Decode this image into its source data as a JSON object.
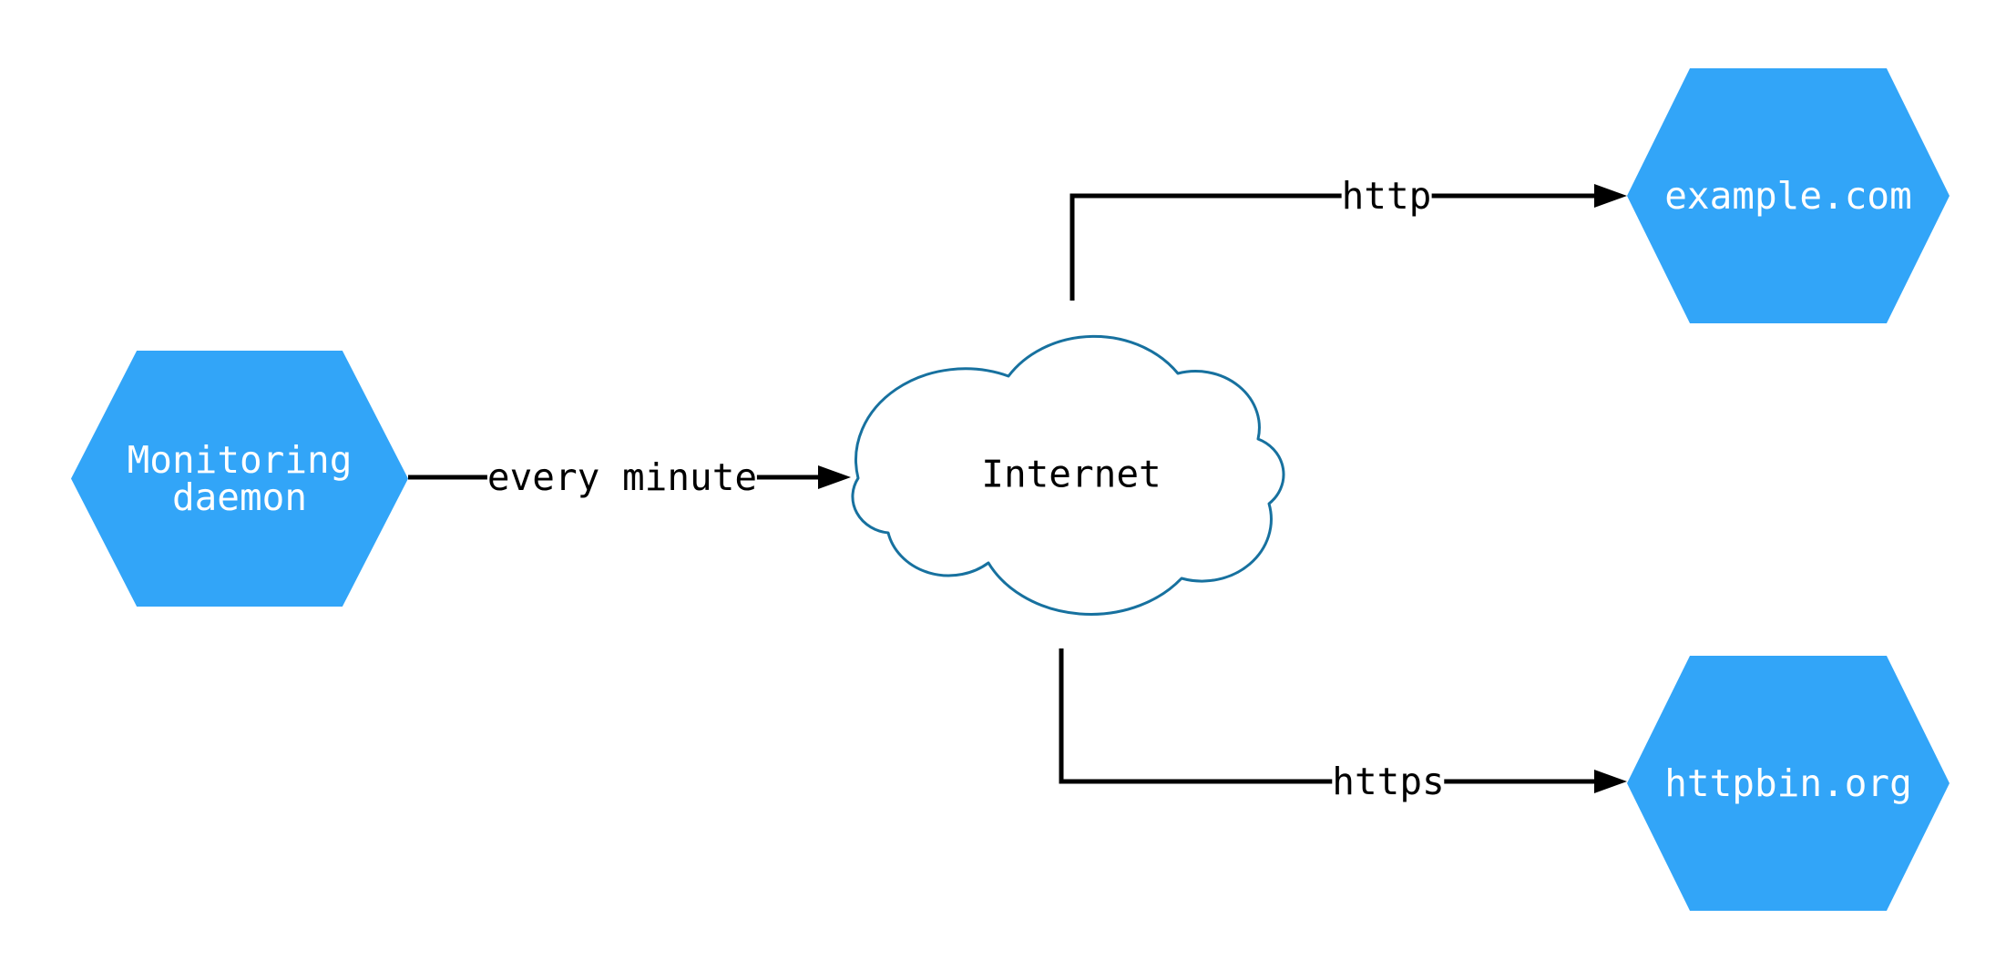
{
  "nodes": {
    "monitoring_daemon": {
      "label": "Monitoring\ndaemon",
      "shape": "hexagon"
    },
    "internet": {
      "label": "Internet",
      "shape": "cloud"
    },
    "example_com": {
      "label": "example.com",
      "shape": "hexagon"
    },
    "httpbin_org": {
      "label": "httpbin.org",
      "shape": "hexagon"
    }
  },
  "edges": {
    "monitoring_to_internet": {
      "label": "every minute"
    },
    "internet_to_example": {
      "label": "http"
    },
    "internet_to_httpbin": {
      "label": "https"
    }
  },
  "colors": {
    "node_fill": "#32a5f8",
    "node_text": "#ffffff",
    "cloud_stroke": "#17719f",
    "cloud_fill": "#ffffff",
    "edge": "#000000",
    "label_text": "#000000",
    "background": "#ffffff"
  }
}
